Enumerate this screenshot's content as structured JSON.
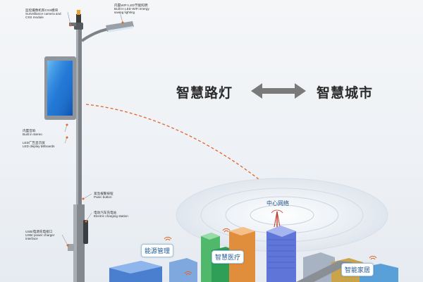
{
  "titles": {
    "left": "智慧路灯",
    "right": "智慧城市"
  },
  "labels": {
    "camera_cn": "监控摄像机和CSS模块",
    "camera_en1": "Surveillance camera and",
    "camera_en2": "CSS module",
    "led_cn": "内置WIFI LED节能照明",
    "led_en1": "Built in LED WiFi energy",
    "led_en2": "saving lighting",
    "stereo_cn": "内置音响",
    "stereo_en": "Built in stereo",
    "billboard_cn": "LED广告显示屏",
    "billboard_en": "LED display billboards",
    "panic_cn": "紧急报警按钮",
    "panic_en": "Panic button",
    "charge_cn": "电动汽车充电站",
    "charge_en": "Electric charging station",
    "usb_cn": "USB/电源充电接口",
    "usb_en1": "USB/ power charger",
    "usb_en2": "interface"
  },
  "city": {
    "center_network": "中心网络",
    "bubble_energy": "能源管理",
    "bubble_medical": "智慧医疗",
    "bubble_home": "智能家居"
  },
  "colors": {
    "pole": "#7d8288",
    "dashed_curve": "#e0662a",
    "arrow": "#7a7a7a",
    "bubble_text": "#1f5a96"
  }
}
